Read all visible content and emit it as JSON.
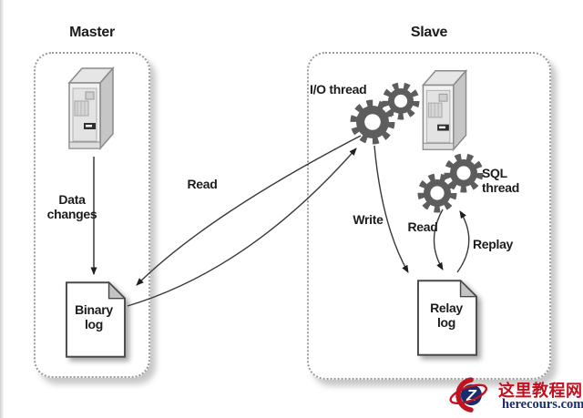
{
  "diagram": {
    "master": {
      "title": "Master",
      "data_changes": [
        "Data",
        "changes"
      ],
      "binary_log": [
        "Binary",
        "log"
      ]
    },
    "slave": {
      "title": "Slave",
      "io_thread_label": "I/O thread",
      "sql_thread_label": "SQL thread",
      "relay_log": [
        "Relay",
        "log"
      ]
    },
    "arrows": {
      "read_label": "Read",
      "write_label": "Write",
      "sql_read_label": "Read",
      "replay_label": "Replay"
    }
  },
  "watermark": {
    "logo_letter": "Z",
    "site_name": "这里教程网",
    "site_url": "herecours.com"
  },
  "colors": {
    "box_border": "#9a9a9a",
    "gear": "#5d5d5d",
    "arrow": "#3a3a3a",
    "logo_red": "#c1121f",
    "logo_navy": "#1b2c6e",
    "watermark_text_red": "#c40f1e"
  }
}
